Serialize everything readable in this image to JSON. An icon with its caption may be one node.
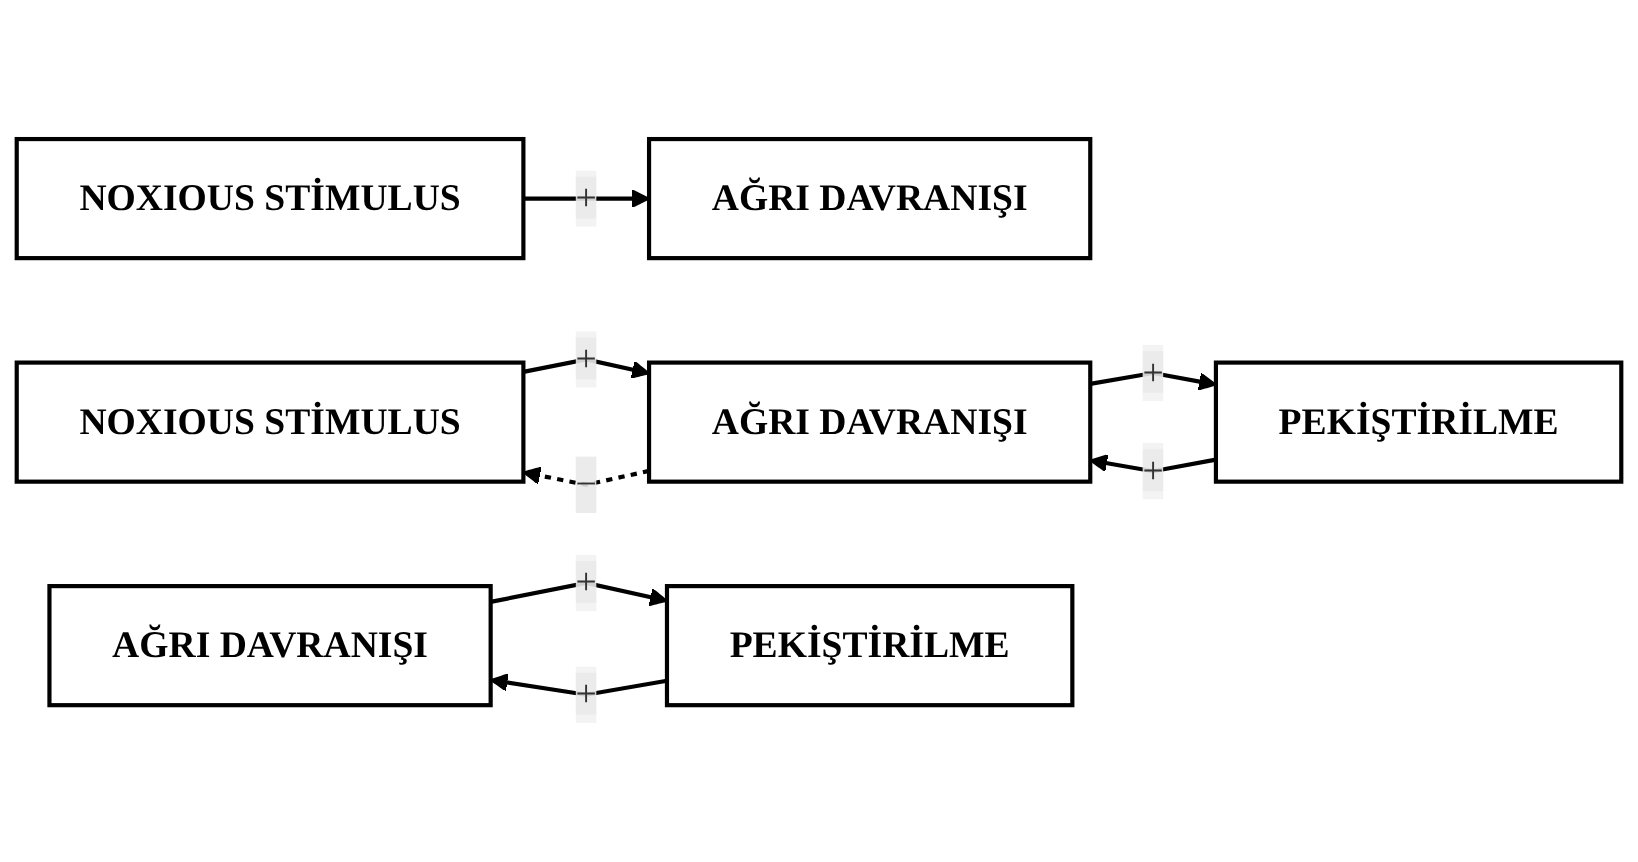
{
  "diagram": {
    "nodes": [
      {
        "text": [
          "NOXIOUS STİMULUS"
        ]
      },
      {
        "text": [
          "AĞRI DAVRANIŞI"
        ]
      },
      {
        "text": [
          "NOXIOUS STİMULUS"
        ]
      },
      {
        "text": [
          "AĞRI DAVRANIŞI"
        ]
      },
      {
        "text": [
          "PEKİŞTİRİLME"
        ]
      },
      {
        "text": [
          "AĞRI DAVRANIŞI"
        ]
      },
      {
        "text": [
          "PEKİŞTİRİLME"
        ]
      }
    ],
    "edges": [
      {
        "from": 0,
        "to": 1,
        "arrow": "to",
        "label": "+"
      },
      {
        "from": 3,
        "to": 2,
        "arrow": "to",
        "label": "−",
        "style": "dashed"
      },
      {
        "from": 2,
        "to": 3,
        "arrow": "to",
        "label": "+"
      },
      {
        "from": 3,
        "to": 4,
        "arrow": "to",
        "label": "+"
      },
      {
        "from": 4,
        "to": 3,
        "arrow": "to",
        "label": "+"
      },
      {
        "from": 5,
        "to": 6,
        "arrow": "to",
        "label": "+"
      },
      {
        "from": 6,
        "to": 5,
        "arrow": "to",
        "label": "+"
      }
    ]
  }
}
